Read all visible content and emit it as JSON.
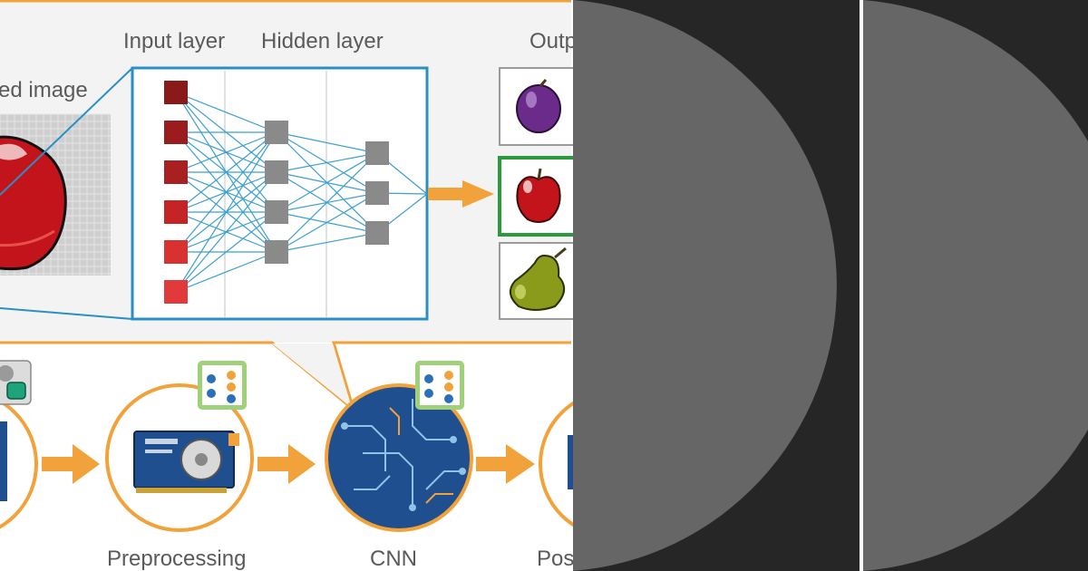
{
  "diagram": {
    "labels": {
      "input_layer": "Input layer",
      "hidden_layer": "Hidden layer",
      "output_layer_partial": "Outp",
      "image_label_partial": "ed image"
    },
    "pipeline": {
      "stages": [
        "Preprocessing",
        "CNN",
        "Pos"
      ]
    },
    "network": {
      "input_nodes": 6,
      "hidden_layer_1_nodes": 4,
      "hidden_layer_2_nodes": 3
    },
    "outputs": [
      "plum",
      "apple",
      "pear"
    ],
    "selected_output": "apple",
    "colors": {
      "accent_orange": "#f2a23a",
      "network_border": "#2a8fc4",
      "selected_green": "#2a9a3c",
      "node_gray": "#8a8a8a",
      "connection_blue": "#3b9fd1",
      "panel_bg": "#f3f3f3",
      "dark_bg": "#262626",
      "disc_gray": "#666666"
    },
    "icons": [
      "grid-image-icon",
      "red-apple-icon",
      "plum-icon",
      "pear-icon",
      "gpu-card-icon",
      "circuit-board-icon",
      "neural-net-badge-icon",
      "shapes-badge-icon"
    ]
  }
}
